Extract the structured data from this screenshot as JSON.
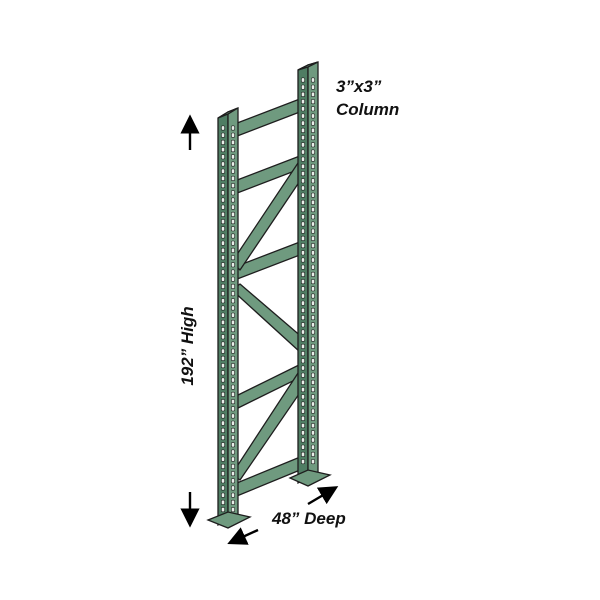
{
  "labels": {
    "column_size": "3”x3”",
    "column_word": "Column",
    "height": "192” High",
    "depth": "48” Deep"
  },
  "colors": {
    "upright": "#6f9a7f",
    "upright_shadow": "#4f7d63",
    "outline": "#1e1e1e",
    "hole": "#e8efe9",
    "arrow": "#000000",
    "background": "#ffffff"
  }
}
